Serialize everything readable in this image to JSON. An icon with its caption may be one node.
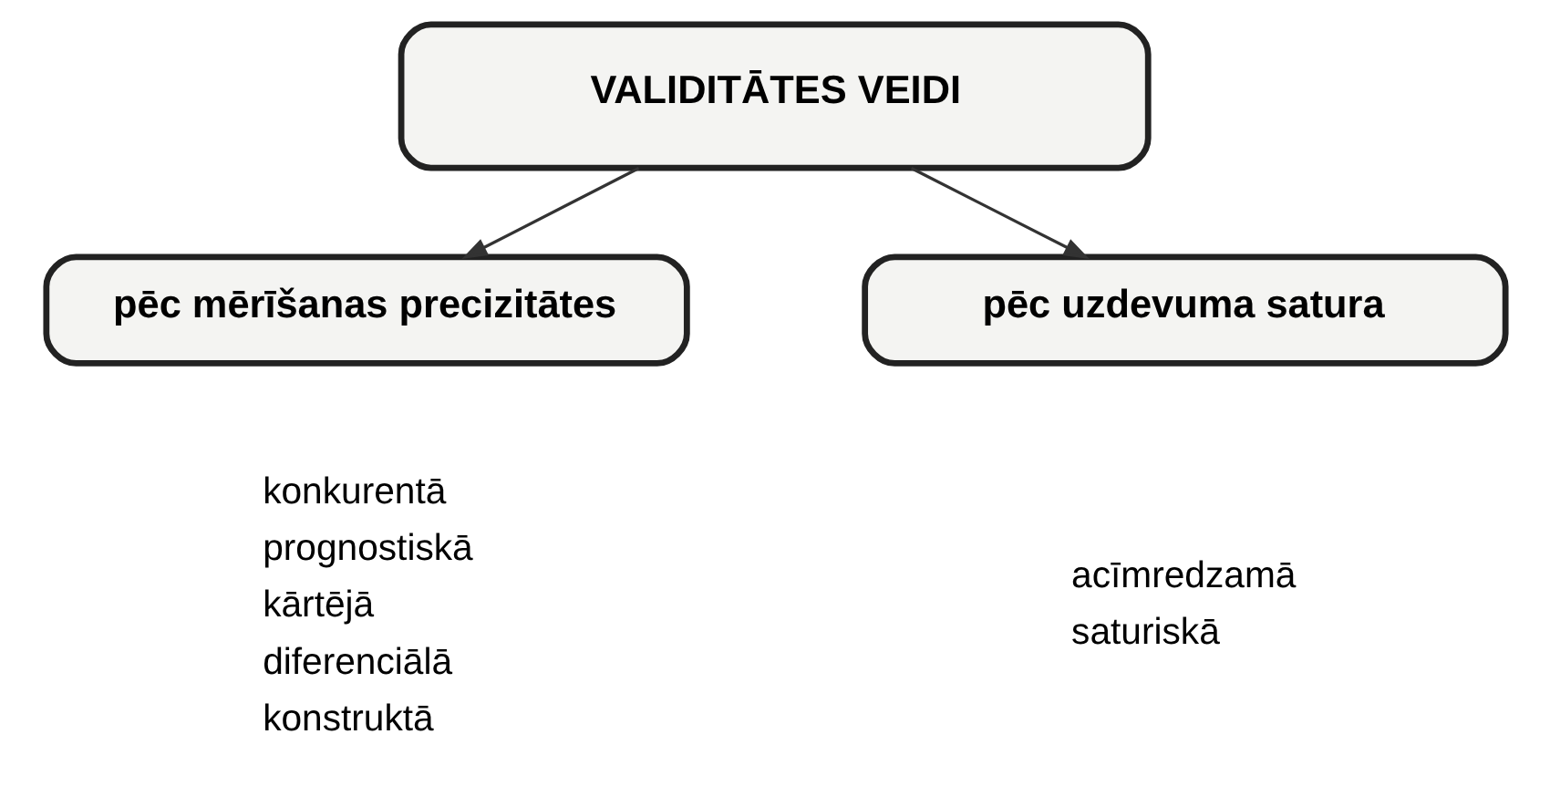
{
  "diagram": {
    "nodes": [
      {
        "text": [
          "VALIDITĀTES VEIDI"
        ]
      },
      {
        "text": [
          "pēc mērīšanas precizitātes"
        ],
        "beside": [
          "konkurentā",
          "prognostiskā",
          "kārtējā",
          "diferenciālā",
          "konstruktā"
        ]
      },
      {
        "text": [
          "pēc uzdevuma satura"
        ],
        "beside": [
          "acīmredzamā",
          "saturiskā"
        ]
      }
    ],
    "edges": [
      {
        "from": 0,
        "to": 1,
        "arrow": "to"
      },
      {
        "from": 0,
        "to": 2,
        "arrow": "to"
      }
    ]
  }
}
